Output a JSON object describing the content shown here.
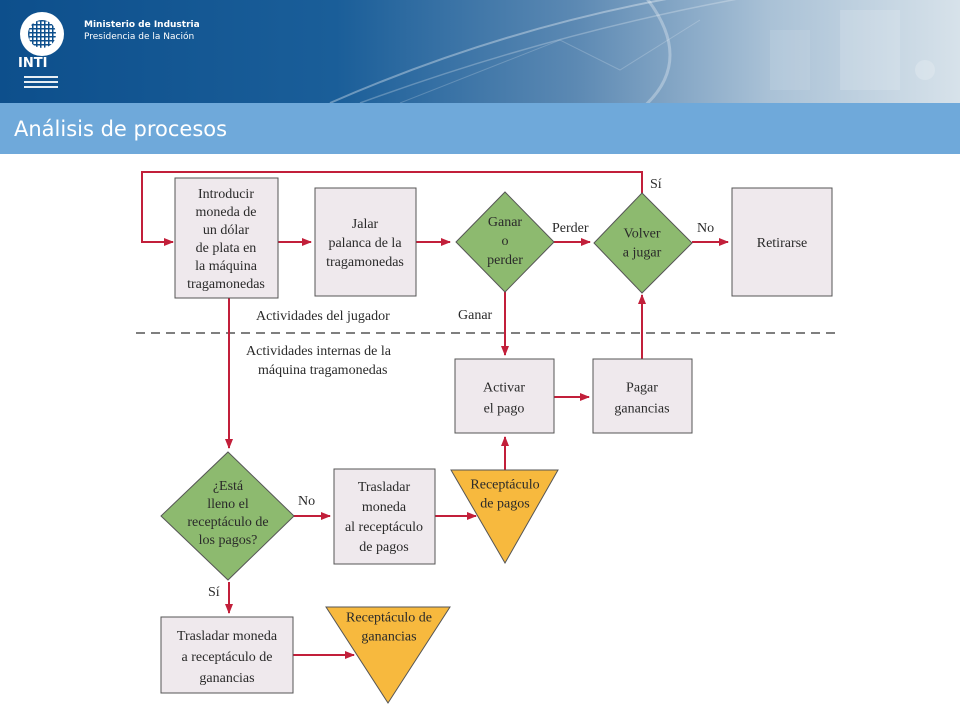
{
  "header": {
    "ministry_line1": "Ministerio de Industria",
    "ministry_line2": "Presidencia de la Nación",
    "logo_text": "INTI"
  },
  "page_title": "Análisis de procesos",
  "colors": {
    "box_fill": "#efe9ed",
    "diamond_fill": "#8dba6f",
    "triangle_fill": "#f7b93e",
    "arrow": "#c21f3a",
    "title_bar": "#6fa9da"
  },
  "flowchart": {
    "boxes": {
      "insert_coin": [
        "Introducir",
        "moneda de",
        "un dólar",
        "de plata en",
        "la máquina",
        "tragamonedas"
      ],
      "pull_lever": [
        "Jalar",
        "palanca de la",
        "tragamonedas"
      ],
      "retire": [
        "Retirarse"
      ],
      "activate_payment": [
        "Activar",
        "el pago"
      ],
      "pay_winnings": [
        "Pagar",
        "ganancias"
      ],
      "move_coin_payments": [
        "Trasladar",
        "moneda",
        "al receptáculo",
        "de pagos"
      ],
      "move_coin_winnings": [
        "Trasladar moneda",
        "a receptáculo de",
        "ganancias"
      ]
    },
    "decisions": {
      "win_lose": [
        "Ganar",
        "o",
        "perder"
      ],
      "play_again": [
        "Volver",
        "a jugar"
      ],
      "receptacle_full": [
        "¿Está",
        "lleno el",
        "receptáculo de",
        "los pagos?"
      ]
    },
    "storage": {
      "payments_receptacle": [
        "Receptáculo",
        "de pagos"
      ],
      "winnings_receptacle": [
        "Receptáculo de",
        "ganancias"
      ]
    },
    "edge_labels": {
      "lose": "Perder",
      "win": "Ganar",
      "no_retire": "No",
      "yes_play": "Sí",
      "no_full": "No",
      "yes_full": "Sí"
    },
    "zones": {
      "player": "Actividades del jugador",
      "machine_line1": "Actividades internas de la",
      "machine_line2": "máquina tragamonedas"
    }
  }
}
